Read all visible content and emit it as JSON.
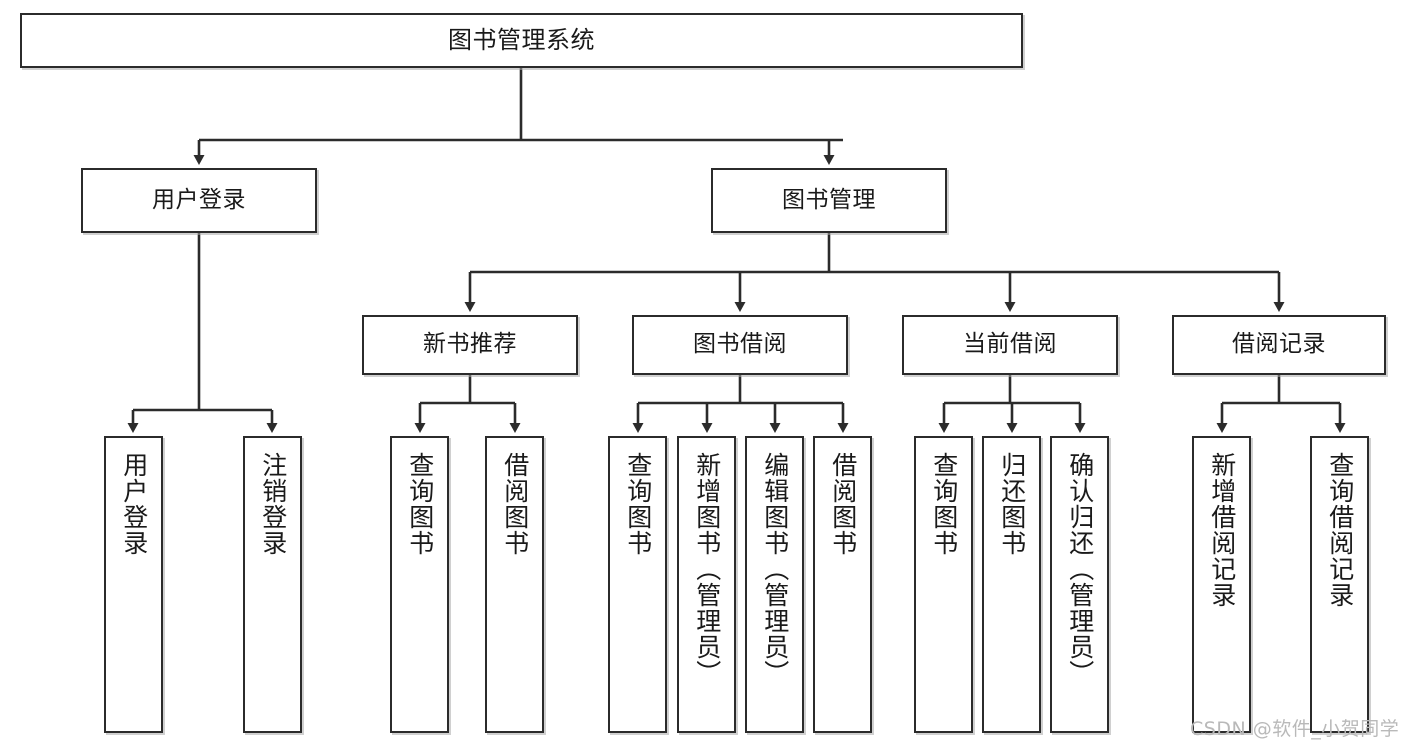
{
  "diagram": {
    "title": "图书管理系统",
    "type": "tree-hierarchy-chart",
    "orientation": "top-down",
    "colors": {
      "box_border": "#2b2b2b",
      "box_fill": "#ffffff",
      "edge": "#2b2b2b",
      "background": "#ffffff",
      "watermark": "#b9b9b9"
    }
  },
  "root": {
    "label": "图书管理系统"
  },
  "level1": [
    {
      "label": "用户登录"
    },
    {
      "label": "图书管理"
    }
  ],
  "level2": [
    {
      "label": "新书推荐"
    },
    {
      "label": "图书借阅"
    },
    {
      "label": "当前借阅"
    },
    {
      "label": "借阅记录"
    }
  ],
  "leaves": {
    "user_login": [
      {
        "label": "用户登录"
      },
      {
        "label": "注销登录"
      }
    ],
    "new_book_recommend": [
      {
        "label": "查询图书"
      },
      {
        "label": "借阅图书"
      }
    ],
    "book_borrow": [
      {
        "label": "查询图书"
      },
      {
        "label": "新增图书（管理员）"
      },
      {
        "label": "编辑图书（管理员）"
      },
      {
        "label": "借阅图书"
      }
    ],
    "current_borrow": [
      {
        "label": "查询图书"
      },
      {
        "label": "归还图书"
      },
      {
        "label": "确认归还（管理员）"
      }
    ],
    "borrow_record": [
      {
        "label": "新增借阅记录"
      },
      {
        "label": "查询借阅记录"
      }
    ]
  },
  "watermark": {
    "text": "CSDN @软件_小贺同学"
  }
}
